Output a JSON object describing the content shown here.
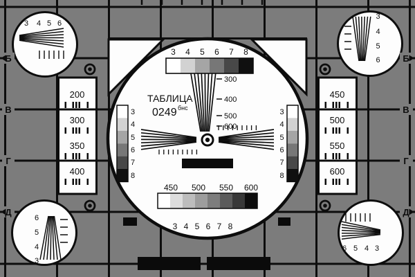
{
  "colors": {
    "background": "#7c7c7c",
    "ink": "#0d0d0d",
    "paper": "#fdfdfd",
    "grayscale_6": [
      "#ffffff",
      "#d2d2d2",
      "#a5a5a5",
      "#777777",
      "#484848",
      "#101010"
    ],
    "grayscale_8": [
      "#ffffff",
      "#dddddd",
      "#bdbdbd",
      "#9d9d9d",
      "#7d7d7d",
      "#5b5b5b",
      "#383838",
      "#0d0d0d"
    ]
  },
  "title_block": {
    "title": "ТАБЛИЦА",
    "code": "0249",
    "code_suffix": "бнс"
  },
  "center": {
    "top_scale_labels": [
      "3",
      "4",
      "5",
      "6",
      "7",
      "8"
    ],
    "wedge_frequencies": [
      "300",
      "400",
      "500",
      "600"
    ],
    "left_scale_labels": [
      "3",
      "4",
      "5",
      "6",
      "7",
      "8"
    ],
    "right_scale_labels": [
      "3",
      "4",
      "5",
      "6",
      "7",
      "8"
    ],
    "frequency_row": [
      "450",
      "500",
      "550",
      "600"
    ],
    "bottom_scale_labels": [
      "3",
      "4",
      "5",
      "6",
      "7",
      "8"
    ]
  },
  "panels": {
    "left": [
      "200",
      "300",
      "350",
      "400"
    ],
    "right": [
      "450",
      "500",
      "550",
      "600"
    ]
  },
  "corners": {
    "top_left": [
      "3",
      "4",
      "5",
      "6"
    ],
    "top_right": [
      "3",
      "4",
      "5",
      "6"
    ],
    "bottom_left": [
      "6",
      "5",
      "4",
      "3"
    ],
    "bottom_right": [
      "6",
      "5",
      "4",
      "3"
    ]
  },
  "row_letters": [
    "Б",
    "В",
    "Г",
    "Д"
  ]
}
